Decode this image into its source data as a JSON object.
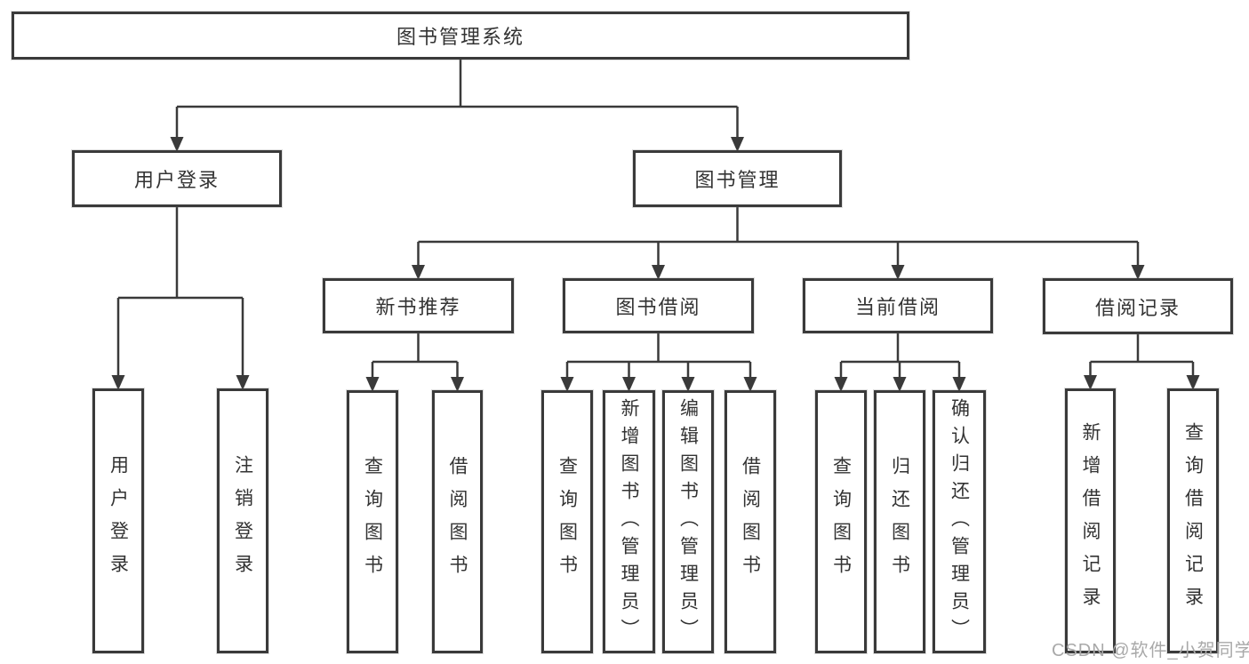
{
  "colors": {
    "background": "#ffffff",
    "line": "#3a3a3a",
    "box_border": "#3a3a3a",
    "box_fill": "#ffffff",
    "text": "#333333",
    "watermark": "#a9a9a9"
  },
  "watermark": {
    "text": "CSDN @软件_小贺同学"
  },
  "diagram": {
    "type": "tree",
    "title": "图书管理系统",
    "nodes": [
      {
        "id": "root",
        "label": "图书管理系统",
        "children": [
          "user-login",
          "book-mgmt"
        ]
      },
      {
        "id": "user-login",
        "label": "用户登录",
        "children": [
          "leaf-login",
          "leaf-logout"
        ]
      },
      {
        "id": "book-mgmt",
        "label": "图书管理",
        "children": [
          "new-book",
          "book-borrow",
          "current-borrow",
          "borrow-record"
        ]
      },
      {
        "id": "new-book",
        "label": "新书推荐",
        "children": [
          "leaf-query1",
          "leaf-borrow1"
        ]
      },
      {
        "id": "book-borrow",
        "label": "图书借阅",
        "children": [
          "leaf-query2",
          "leaf-add-book",
          "leaf-edit-book",
          "leaf-borrow2"
        ]
      },
      {
        "id": "current-borrow",
        "label": "当前借阅",
        "children": [
          "leaf-query3",
          "leaf-return",
          "leaf-confirm-return"
        ]
      },
      {
        "id": "borrow-record",
        "label": "借阅记录",
        "children": [
          "leaf-add-record",
          "leaf-query-record"
        ]
      },
      {
        "id": "leaf-login",
        "label": "用户登录",
        "children": []
      },
      {
        "id": "leaf-logout",
        "label": "注销登录",
        "children": []
      },
      {
        "id": "leaf-query1",
        "label": "查询图书",
        "children": []
      },
      {
        "id": "leaf-borrow1",
        "label": "借阅图书",
        "children": []
      },
      {
        "id": "leaf-query2",
        "label": "查询图书",
        "children": []
      },
      {
        "id": "leaf-add-book",
        "label": "新增图书（管理员）",
        "children": []
      },
      {
        "id": "leaf-edit-book",
        "label": "编辑图书（管理员）",
        "children": []
      },
      {
        "id": "leaf-borrow2",
        "label": "借阅图书",
        "children": []
      },
      {
        "id": "leaf-query3",
        "label": "查询图书",
        "children": []
      },
      {
        "id": "leaf-return",
        "label": "归还图书",
        "children": []
      },
      {
        "id": "leaf-confirm-return",
        "label": "确认归还（管理员）",
        "children": []
      },
      {
        "id": "leaf-add-record",
        "label": "新增借阅记录",
        "children": []
      },
      {
        "id": "leaf-query-record",
        "label": "查询借阅记录",
        "children": []
      }
    ]
  }
}
